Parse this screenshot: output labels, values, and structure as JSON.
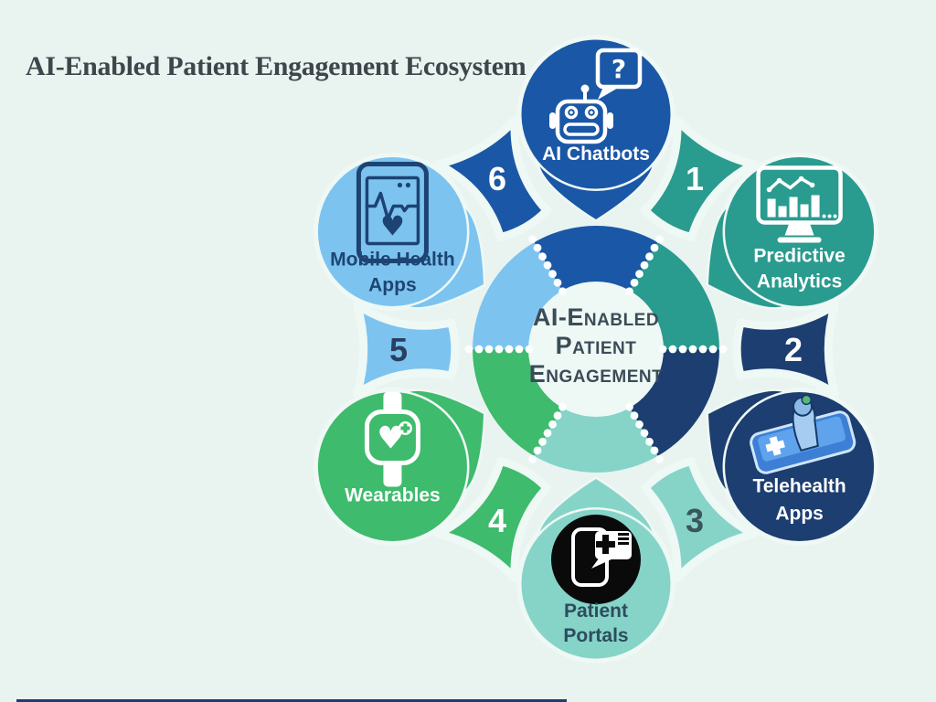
{
  "title": "AI-Enabled Patient Engagement Ecosystem",
  "center": {
    "lines": [
      "AI-Enabled",
      "Patient",
      "Engagement"
    ]
  },
  "colors": {
    "background": "#e9f4f1",
    "gap_white": "#eef8f5",
    "dot_white": "#fcfefe",
    "title_text": "#3f464b",
    "center_text": "#3b4c57",
    "icon_circle_black": "#0a0a0a",
    "bottom_bar": "#1c3e70"
  },
  "nodes": [
    {
      "id": "predictive-analytics",
      "number": "1",
      "label_lines": [
        "Predictive",
        "Analytics"
      ],
      "color": "#2a9b8f",
      "label_color": "#ffffff",
      "number_color": "#ffffff",
      "icon": "analytics-monitor-icon"
    },
    {
      "id": "telehealth-apps",
      "number": "2",
      "label_lines": [
        "Telehealth",
        "Apps"
      ],
      "color": "#1c3e70",
      "label_color": "#ffffff",
      "number_color": "#ffffff",
      "icon": "telehealth-phone-icon"
    },
    {
      "id": "patient-portals",
      "number": "3",
      "label_lines": [
        "Patient",
        "Portals"
      ],
      "color": "#85d4c7",
      "label_color": "#2d4c5e",
      "number_color": "#3a555e",
      "icon": "patient-portal-phone-icon"
    },
    {
      "id": "wearables",
      "number": "4",
      "label_lines": [
        "Wearables"
      ],
      "color": "#3ebb6c",
      "label_color": "#ffffff",
      "number_color": "#ffffff",
      "icon": "smartwatch-icon"
    },
    {
      "id": "mobile-health-apps",
      "number": "5",
      "label_lines": [
        "Mobile Health",
        "Apps"
      ],
      "color": "#7cc3f0",
      "label_color": "#1e4573",
      "number_color": "#28405f",
      "icon": "mobile-health-phone-icon"
    },
    {
      "id": "ai-chatbots",
      "number": "6",
      "label_lines": [
        "AI Chatbots"
      ],
      "color": "#1a57a6",
      "label_color": "#ffffff",
      "number_color": "#ffffff",
      "icon": "chatbot-robot-icon"
    }
  ]
}
